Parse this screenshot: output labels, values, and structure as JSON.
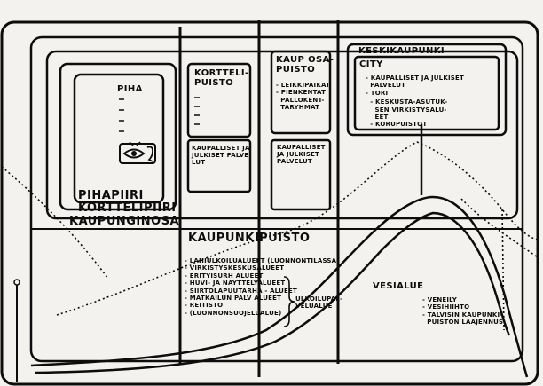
{
  "labels": {
    "pihapiiri": "PIHAPIIRI",
    "korttelipiiri": "KORTTELIPIIRI",
    "kaupunginosa": "KAUPUNGINOSA",
    "piha": "PIHA",
    "kortteli_puisto": "KORTTELI-\nPUISTO",
    "kaup_osa_puisto": "KAUP OSA-\nPUISTO",
    "keskikaupunki": "KESKIKAUPUNKI",
    "city": "CITY",
    "kaupunkipuisto": "KAUPUNKIPUISTO",
    "vesialue": "VESIALUE",
    "palvelut_1": "KAUPALLISET JA\nJULKISET PALVE\nLUT",
    "palvelut_2": "KAUPALLISET\nJA JULKISET\nPALVELUT",
    "ulkoilu_label": "ULKOILUPAL-\nVELUALUE"
  },
  "lists": {
    "kaup_osa_puisto": [
      "- LEIKKIPAIKAT",
      "- PIENKENTAT",
      "  PALLOKENT-",
      "  TARYHMAT"
    ],
    "city": [
      "- KAUPALLISET JA JULKISET",
      "  PALVELUT",
      "- TORI",
      "",
      "  - KESKUSTA-ASUTUK-",
      "    SEN VIRKISTYSALU-",
      "    EET",
      "  - KORUPUISTOT"
    ],
    "kaupunkipuisto": [
      "- LAHIULKOILUALUEET (LUONNONTILASSA)",
      "- VIRKISTYSKESKUSALUEET",
      "- ERITYISURH ALUEET",
      "- HUVI- JA NAYTTELYALUEET",
      "- SIIRTOLAPUUTARHA - ALUEET",
      "- MATKAILUN PALV ALUEET",
      "- REITISTO",
      "- (LUONNONSUOJELUALUE)"
    ],
    "vesialue": [
      "- VENEILY",
      "- VESIHIIHTO",
      "- TALVISIN KAUPUNKI-",
      "  PUISTON LAAJENNUS"
    ]
  },
  "icons": {
    "eye": "eye-icon",
    "face": "face-icon"
  },
  "colors": {
    "ink": "#0d0d0d",
    "paper": "#f4f2ee"
  }
}
